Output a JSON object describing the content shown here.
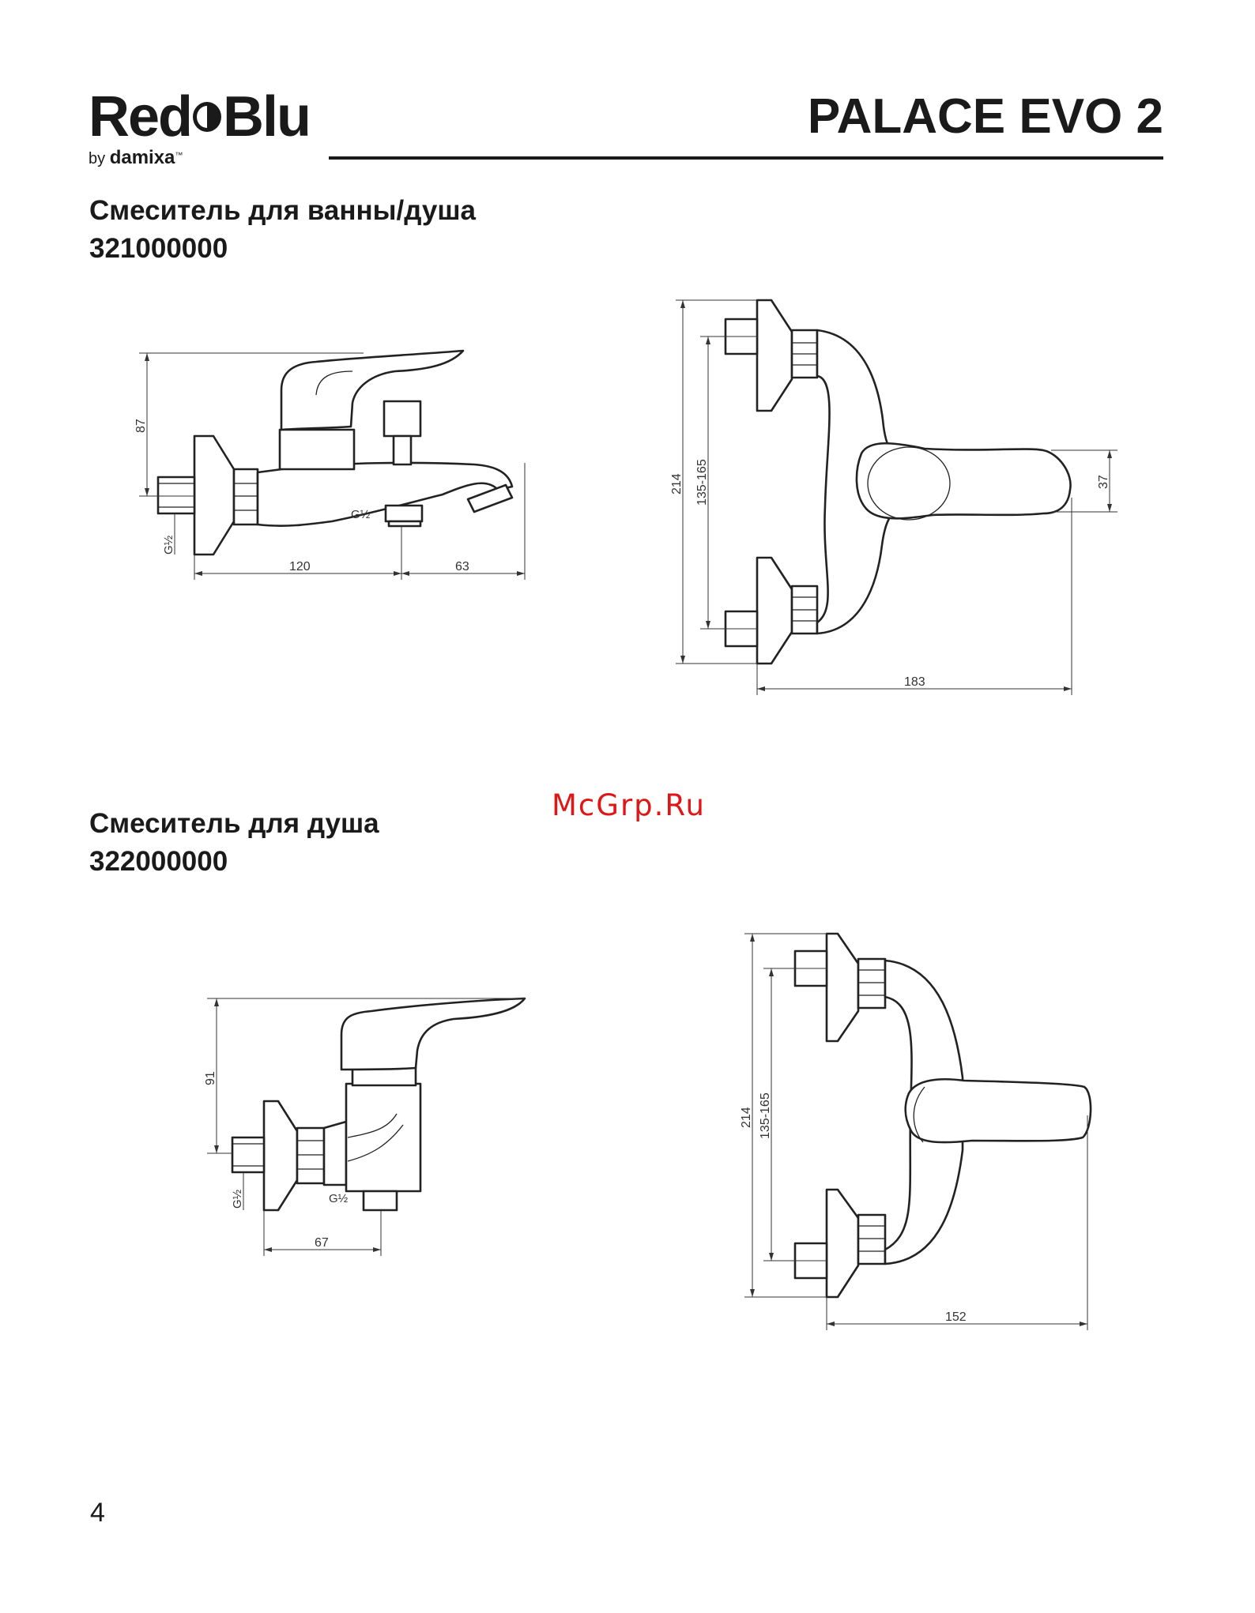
{
  "header": {
    "logo_main_left": "Red",
    "logo_main_right": "Blu",
    "logo_by": "by",
    "logo_brand": "damixa",
    "logo_tm": "™",
    "product_title": "PALACE EVO 2"
  },
  "sections": [
    {
      "title": "Смеситель для ванны/душа",
      "code": "321000000",
      "side_view": {
        "height_label": "87",
        "thread_label_left": "G½",
        "thread_label_bottom": "G½",
        "width_label_1": "120",
        "width_label_2": "63"
      },
      "top_view": {
        "total_label": "214",
        "spacing_label": "135-165",
        "lever_label": "37",
        "width_label": "183"
      }
    },
    {
      "title": "Смеситель для душа",
      "code": "322000000",
      "side_view": {
        "height_label": "91",
        "thread_label_left": "G½",
        "thread_label_bottom": "G½",
        "width_label_1": "67"
      },
      "top_view": {
        "total_label": "214",
        "spacing_label": "135-165",
        "width_label": "152"
      }
    }
  ],
  "watermark": "McGrp.Ru",
  "page_number": "4"
}
